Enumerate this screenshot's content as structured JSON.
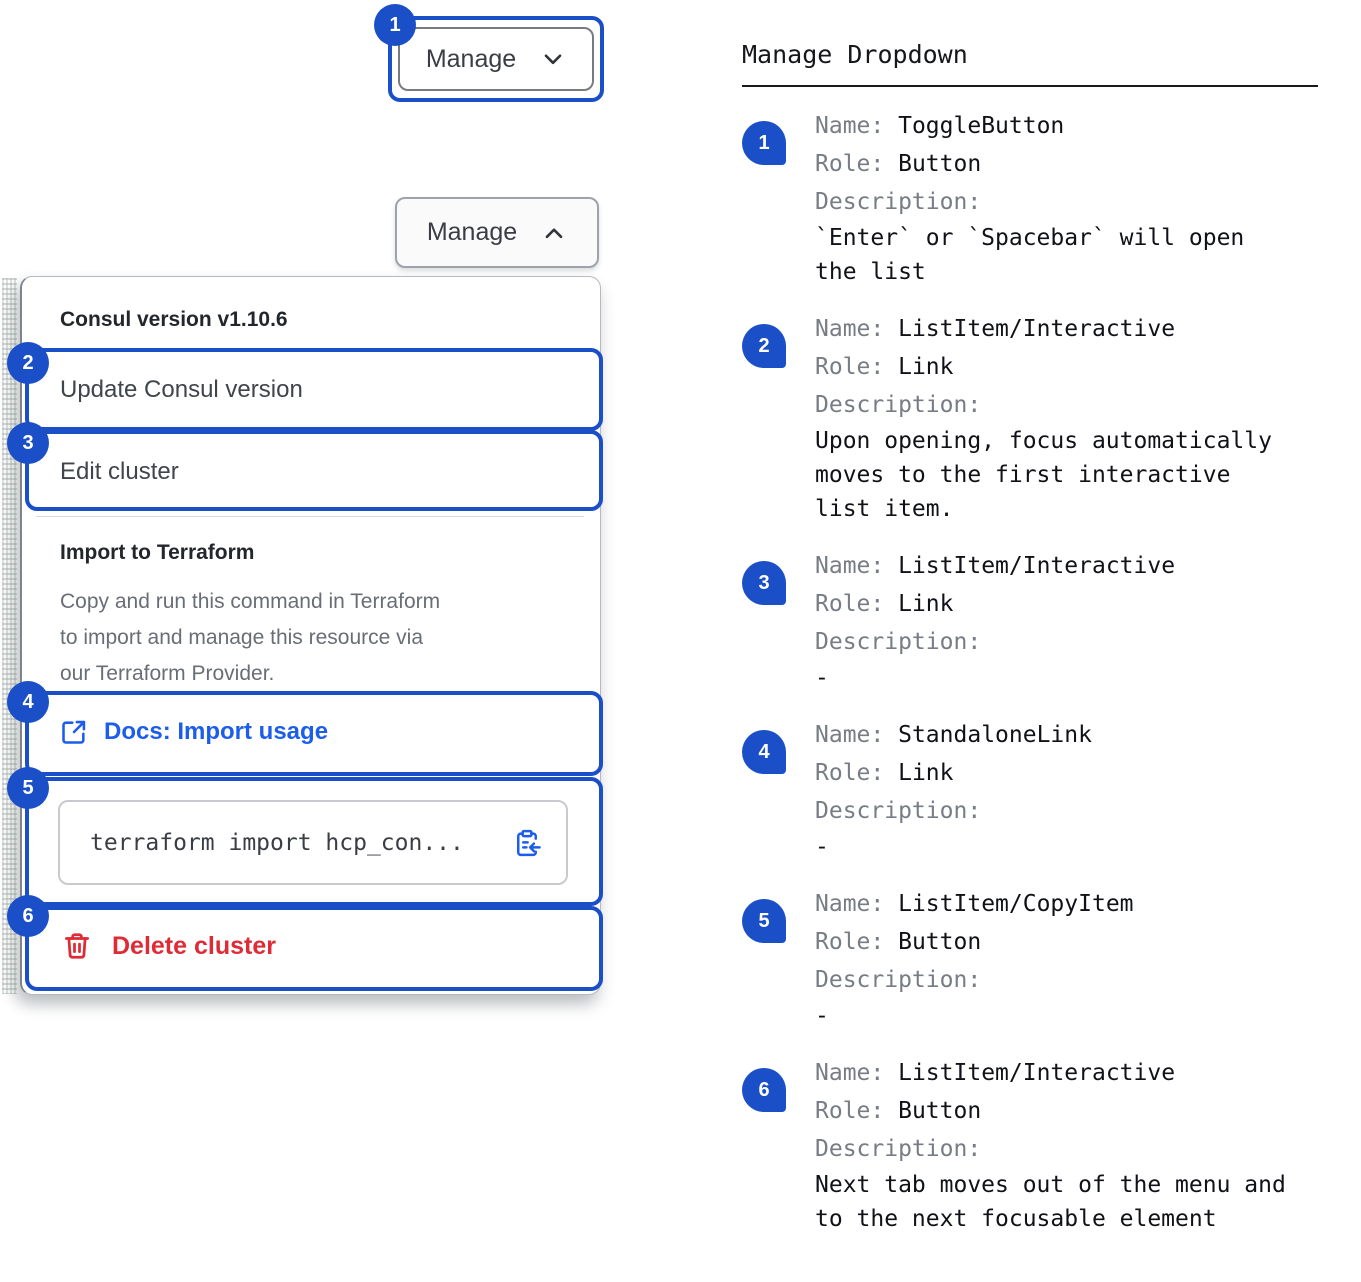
{
  "colors": {
    "annotation_blue": "#1B4FC8",
    "link_blue": "#1C5EEB",
    "danger_red": "#DE2B35"
  },
  "manage_collapsed": {
    "label": "Manage",
    "badge": "1",
    "icon": "chevron-down"
  },
  "manage_expanded": {
    "label": "Manage",
    "icon": "chevron-up"
  },
  "menu": {
    "version_header": "Consul version v1.10.6",
    "update_item": {
      "label": "Update Consul version",
      "badge": "2"
    },
    "edit_item": {
      "label": "Edit cluster",
      "badge": "3"
    },
    "import_title": "Import to Terraform",
    "import_description": "Copy and run this command in Terraform\nto import and manage this resource via\nour Terraform Provider.",
    "docs_link": {
      "label": "Docs: Import usage",
      "badge": "4",
      "icon": "external-link"
    },
    "copy_item": {
      "code": "terraform import hcp_con...",
      "badge": "5",
      "icon": "clipboard-copy"
    },
    "delete_item": {
      "label": "Delete cluster",
      "badge": "6",
      "icon": "trash"
    }
  },
  "annotations": {
    "title": "Manage Dropdown",
    "labels": {
      "name": "Name:",
      "role": "Role:",
      "description": "Description:"
    },
    "items": [
      {
        "num": "1",
        "name": "ToggleButton",
        "role": "Button",
        "description": "`Enter` or `Spacebar` will open\nthe list"
      },
      {
        "num": "2",
        "name": "ListItem/Interactive",
        "role": "Link",
        "description": "Upon opening, focus automatically\nmoves to the first interactive\nlist item."
      },
      {
        "num": "3",
        "name": "ListItem/Interactive",
        "role": "Link",
        "description": "-"
      },
      {
        "num": "4",
        "name": "StandaloneLink",
        "role": "Link",
        "description": "-"
      },
      {
        "num": "5",
        "name": "ListItem/CopyItem",
        "role": "Button",
        "description": "-"
      },
      {
        "num": "6",
        "name": "ListItem/Interactive",
        "role": "Button",
        "description": "Next tab moves out of the menu and\nto the next focusable element"
      }
    ]
  }
}
